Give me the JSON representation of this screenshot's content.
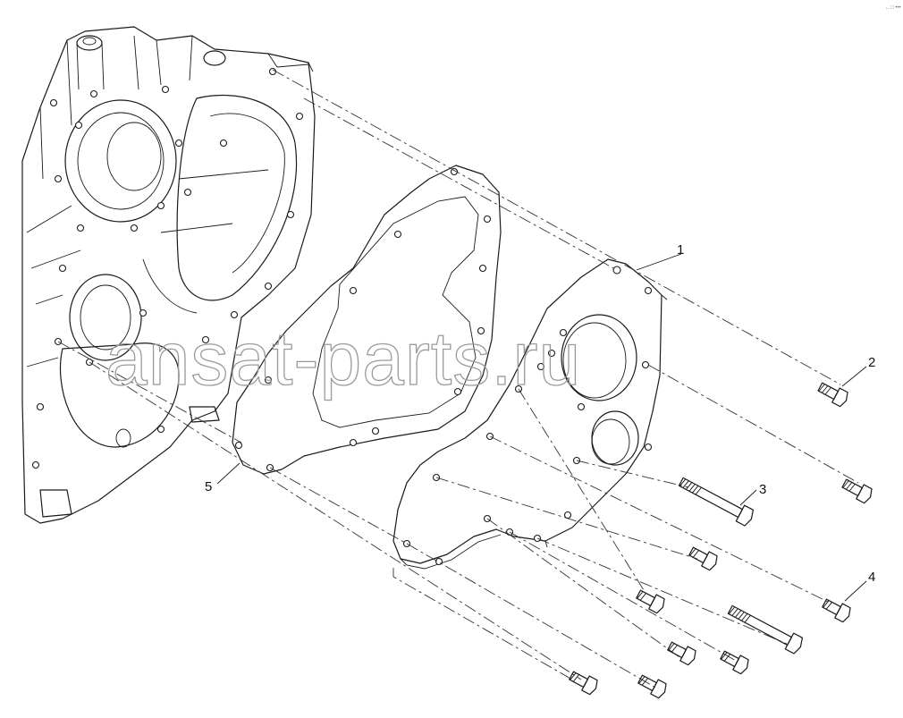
{
  "diagram": {
    "callouts": [
      {
        "id": "1",
        "label": "1"
      },
      {
        "id": "2",
        "label": "2"
      },
      {
        "id": "3",
        "label": "3"
      },
      {
        "id": "4",
        "label": "4"
      },
      {
        "id": "5",
        "label": "5"
      }
    ],
    "watermark": "ansat-parts.ru",
    "corner_tag": "←□ •••"
  },
  "colors": {
    "line": "#1a1a1a",
    "watermark": "#9a9a9a",
    "background": "#ffffff"
  }
}
